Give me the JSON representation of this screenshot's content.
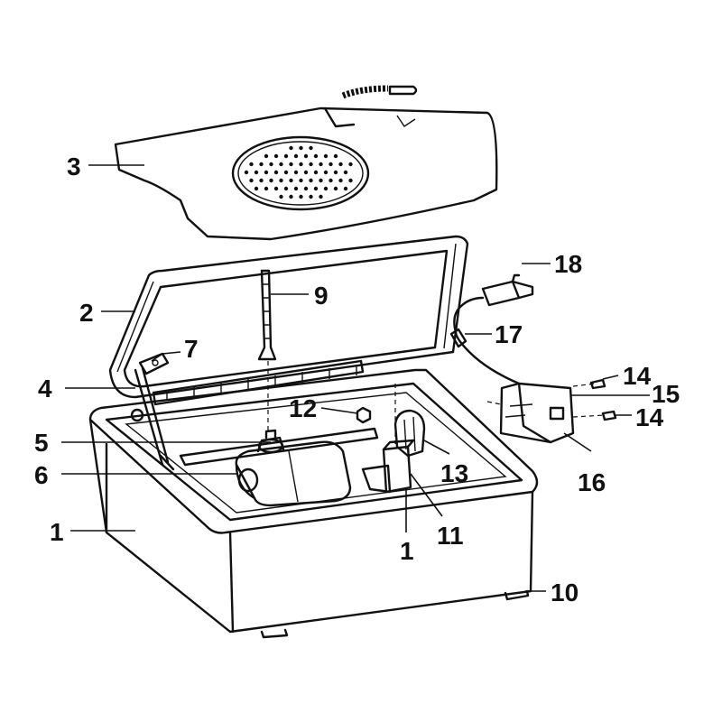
{
  "callouts": [
    {
      "id": "1",
      "text": "1"
    },
    {
      "id": "2",
      "text": "2"
    },
    {
      "id": "3",
      "text": "3"
    },
    {
      "id": "4",
      "text": "4"
    },
    {
      "id": "5",
      "text": "5"
    },
    {
      "id": "6",
      "text": "6"
    },
    {
      "id": "7",
      "text": "7"
    },
    {
      "id": "9",
      "text": "9"
    },
    {
      "id": "10",
      "text": "10"
    },
    {
      "id": "11",
      "text": "11"
    },
    {
      "id": "12",
      "text": "12"
    },
    {
      "id": "13",
      "text": "13"
    },
    {
      "id": "14",
      "text": "14"
    },
    {
      "id": "15",
      "text": "15"
    },
    {
      "id": "16",
      "text": "16"
    },
    {
      "id": "17",
      "text": "17"
    },
    {
      "id": "18",
      "text": "18"
    }
  ]
}
